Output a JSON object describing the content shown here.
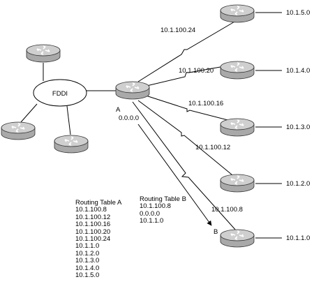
{
  "colors": {
    "router_body": "#a9a9a9",
    "router_top": "#cfcfcf",
    "line": "#000000",
    "background": "#ffffff"
  },
  "fddi_label": "FDDI",
  "router_a_label": "A",
  "router_a_route": "0.0.0.0",
  "router_b_label": "B",
  "links": [
    {
      "label": "10.1.100.24"
    },
    {
      "label": "10.1.100.20"
    },
    {
      "label": "10.1.100.16"
    },
    {
      "label": "10.1.100.12"
    },
    {
      "label": "10.1.100.8"
    }
  ],
  "networks": [
    "10.1.5.0",
    "10.1.4.0",
    "10.1.3.0",
    "10.1.2.0",
    "10.1.1.0"
  ],
  "routing_table_a": {
    "title": "Routing Table A",
    "entries": [
      "10.1.100.8",
      "10.1.100.12",
      "10.1.100.16",
      "10.1.100.20",
      "10.1.100.24",
      "10.1.1.0",
      "10.1.2.0",
      "10.1.3.0",
      "10.1.4.0",
      "10.1.5.0"
    ]
  },
  "routing_table_b": {
    "title": "Routing Table B",
    "entries": [
      "10.1.100.8",
      "0.0.0.0",
      "10.1.1.0"
    ]
  }
}
